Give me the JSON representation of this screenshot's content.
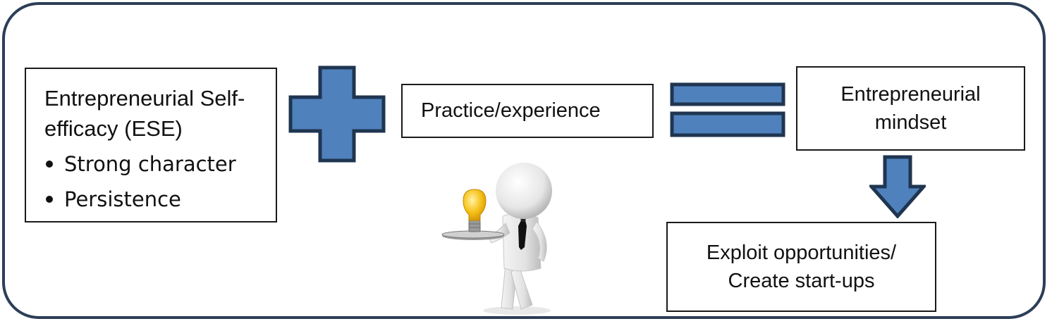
{
  "boxes": {
    "ese": {
      "title": "Entrepreneurial Self-efficacy (ESE)",
      "bullets": [
        "Strong character",
        "Persistence"
      ]
    },
    "practice": "Practice/experience",
    "mindset": "Entrepreneurial mindset",
    "outcome": "Exploit opportunities/ Create start-ups"
  },
  "symbols": {
    "plus": "plus-icon",
    "equals": "equals-icon",
    "arrow": "arrow-down-icon",
    "figure": "person-holding-lightbulb"
  },
  "colors": {
    "frame_border": "#2c3e57",
    "symbol_fill": "#4f81bd",
    "symbol_stroke": "#1f3550",
    "box_border": "#1a1a1a",
    "bulb": "#f6c21a"
  }
}
